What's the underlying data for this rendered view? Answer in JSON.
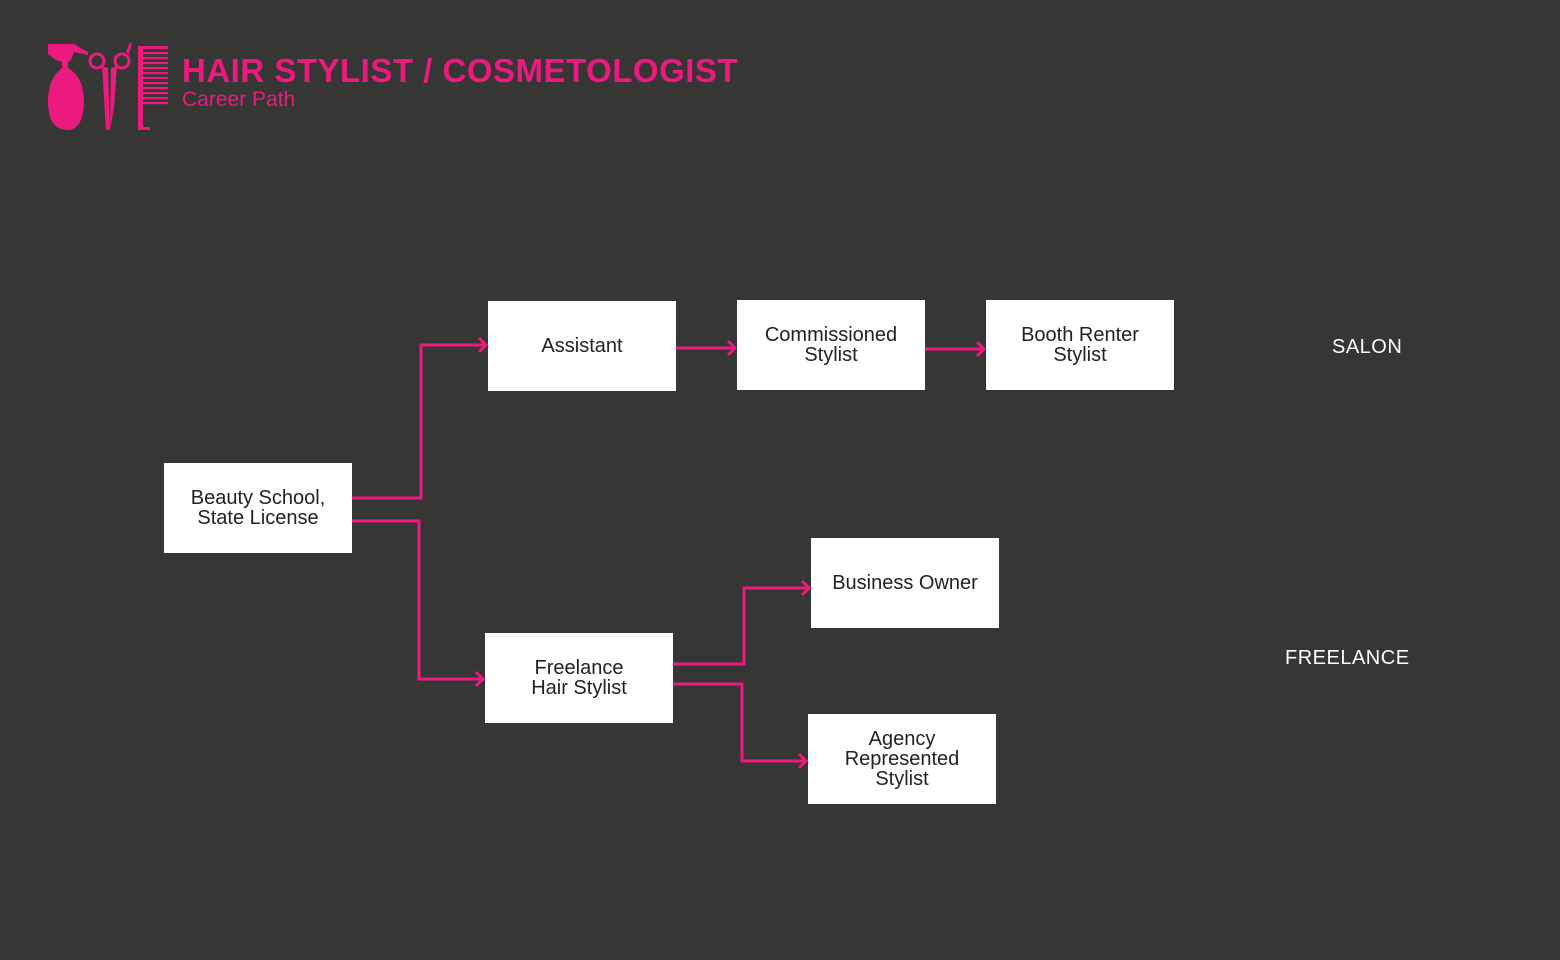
{
  "header": {
    "title": "HAIR STYLIST / COSMETOLOGIST",
    "subtitle": "Career Path",
    "logo_icon": "spray-bottle-scissors-comb"
  },
  "colors": {
    "accent": "#ec1a7e",
    "background": "#363634",
    "box": "#ffffff"
  },
  "nodes": {
    "beauty_school": "Beauty School,\nState License",
    "assistant": "Assistant",
    "commissioned": "Commissioned\nStylist",
    "booth_renter": "Booth Renter\nStylist",
    "freelance": "Freelance\nHair Stylist",
    "business_owner": "Business Owner",
    "agency": "Agency\nRepresented\nStylist"
  },
  "tracks": {
    "salon": "SALON",
    "freelance": "FREELANCE"
  }
}
